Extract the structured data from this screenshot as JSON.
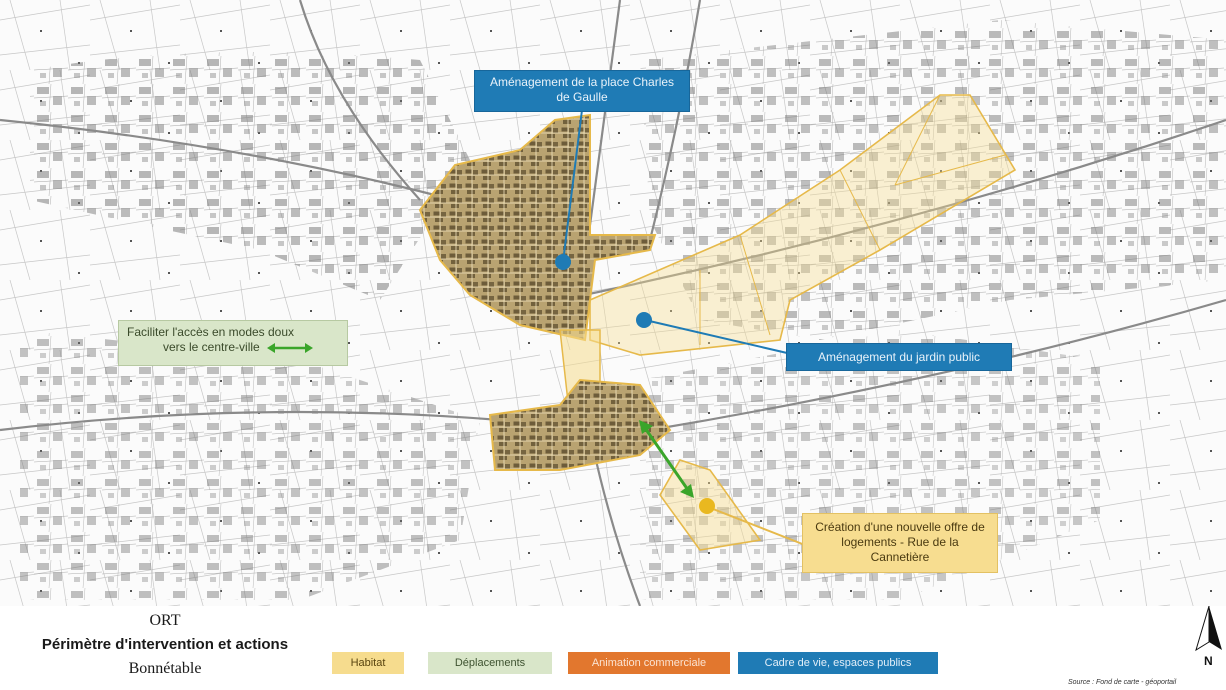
{
  "callouts": {
    "place_charles_de_gaulle": "Aménagement de la place Charles de Gaulle",
    "jardin_public": "Aménagement du jardin public",
    "modes_doux_line1": "Faciliter l'accès en modes doux",
    "modes_doux_line2": "vers le centre-ville",
    "logements": "Création d'une nouvelle offre de logements - Rue de la Cannetière"
  },
  "footer": {
    "program": "ORT",
    "title": "Périmètre d'intervention et actions",
    "town": "Bonnétable"
  },
  "legend": {
    "habitat": "Habitat",
    "deplacements": "Déplacements",
    "animation": "Animation commerciale",
    "cadre": "Cadre de vie, espaces publics"
  },
  "north": "N",
  "source": "Source : Fond de carte - géoportail",
  "colors": {
    "habitat": "#f6dc8e",
    "deplacements": "#d9e6c9",
    "animation": "#e2772e",
    "cadre": "#1f7bb5",
    "perimeter_outline": "#e6b94a",
    "core_fill": "#a8905c",
    "green_arrow": "#3aa52a"
  },
  "icons": {
    "north_arrow": "north-arrow-icon",
    "action_marker": "circle-marker-icon",
    "double_arrow": "double-arrow-icon"
  }
}
